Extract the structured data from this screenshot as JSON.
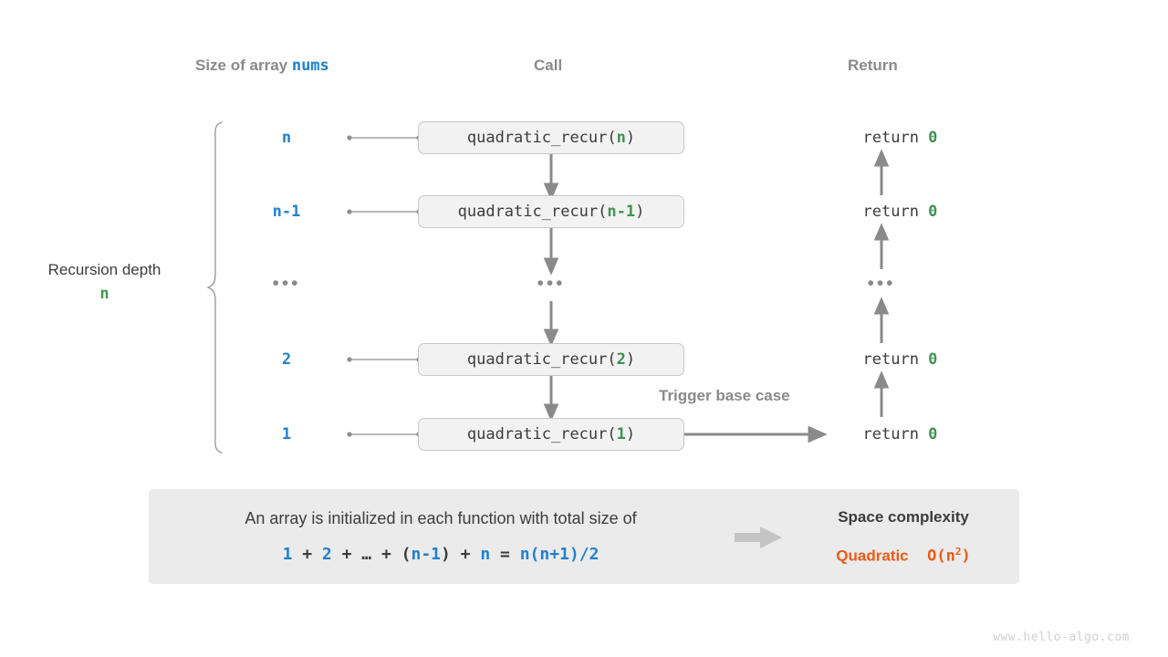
{
  "headers": {
    "size_prefix": "Size of array ",
    "size_code": "nums",
    "call": "Call",
    "return": "Return"
  },
  "depth": {
    "title": "Recursion depth",
    "value": "n"
  },
  "rows": [
    {
      "size": "n",
      "call_prefix": "quadratic_recur(",
      "call_arg": "n",
      "call_suffix": ")",
      "ret_prefix": "return ",
      "ret_value": "0"
    },
    {
      "size": "n-1",
      "call_prefix": "quadratic_recur(",
      "call_arg": "n-1",
      "call_suffix": ")",
      "ret_prefix": "return ",
      "ret_value": "0"
    },
    {
      "size": "2",
      "call_prefix": "quadratic_recur(",
      "call_arg": "2",
      "call_suffix": ")",
      "ret_prefix": "return ",
      "ret_value": "0"
    },
    {
      "size": "1",
      "call_prefix": "quadratic_recur(",
      "call_arg": "1",
      "call_suffix": ")",
      "ret_prefix": "return ",
      "ret_value": "0"
    }
  ],
  "ellipsis": "•••",
  "trigger_label": "Trigger base case",
  "summary": {
    "text": "An array is initialized in each function with total size of",
    "formula": [
      {
        "t": "1",
        "c": "blue"
      },
      {
        "t": " + ",
        "c": "dark"
      },
      {
        "t": "2",
        "c": "blue"
      },
      {
        "t": " + ",
        "c": "dark"
      },
      {
        "t": "…",
        "c": "dark"
      },
      {
        "t": " + ",
        "c": "dark"
      },
      {
        "t": "(",
        "c": "dark"
      },
      {
        "t": "n-1",
        "c": "blue"
      },
      {
        "t": ")",
        "c": "dark"
      },
      {
        "t": " + ",
        "c": "dark"
      },
      {
        "t": "n",
        "c": "blue"
      },
      {
        "t": " = ",
        "c": "dark"
      },
      {
        "t": "n(n+1)/2",
        "c": "blue"
      }
    ],
    "formula_plain": "1 + 2 + … + (n-1) + n = n(n+1)/2",
    "complexity_title": "Space complexity",
    "complexity_word": "Quadratic",
    "complexity_big_o": "O(n",
    "complexity_exp": "2",
    "complexity_close": ")"
  },
  "watermark": "www.hello-algo.com",
  "colors": {
    "blue": "#1f81d0",
    "green": "#3f9150",
    "orange": "#ec5b14",
    "gray": "#8a8a8a",
    "dark": "#3c3c3c",
    "box_bg": "#f2f2f2",
    "box_border": "#c8c8c8",
    "panel_bg": "#ebebeb"
  }
}
